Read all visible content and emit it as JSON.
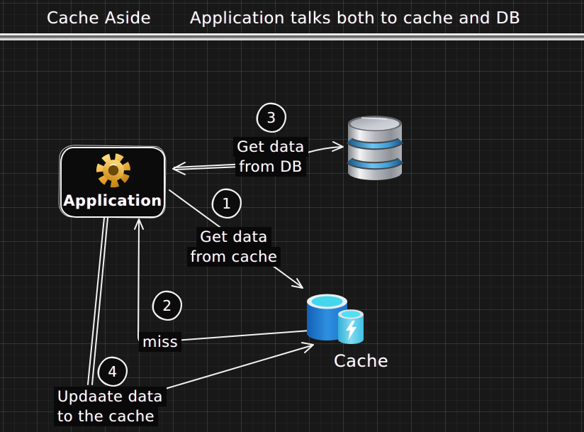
{
  "header": {
    "title": "Cache Aside",
    "subtitle": "Application talks both to cache and DB"
  },
  "nodes": {
    "application": {
      "label": "Application",
      "icon": "gear-icon"
    },
    "database": {
      "icon": "database-icon"
    },
    "cache": {
      "label": "Cache",
      "icon": "cache-icon"
    }
  },
  "steps": [
    {
      "num": "1",
      "line1": "Get data",
      "line2": "from cache"
    },
    {
      "num": "2",
      "label": "miss"
    },
    {
      "num": "3",
      "line1": "Get data",
      "line2": "from DB"
    },
    {
      "num": "4",
      "line1": "Updaate data",
      "line2": "to the cache"
    }
  ],
  "colors": {
    "background": "#181818",
    "ink": "#ffffff",
    "gear_gold": "#f2b33d",
    "db_silver": "#c3c6cc",
    "db_band_blue": "#57b7e8",
    "cache_body_blue": "#1e78d2",
    "cache_small_blue": "#49c6e8",
    "cache_top_cyan": "#45d6ef"
  }
}
